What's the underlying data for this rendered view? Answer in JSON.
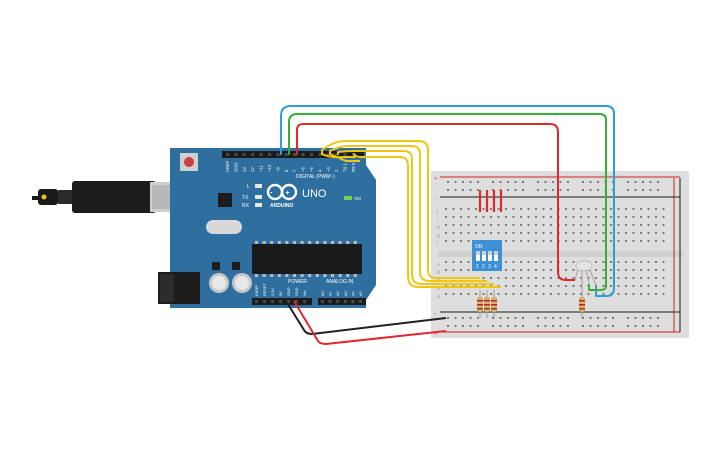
{
  "board": {
    "brand": "ARDUINO",
    "model": "UNO",
    "on_label": "ON",
    "digital_label": "DIGITAL (PWM~)",
    "power_label": "POWER",
    "analog_label": "ANALOG IN",
    "led_l": "L",
    "led_tx": "TX",
    "led_rx": "RX",
    "digital_pins": [
      "AREF",
      "GND",
      "13",
      "12",
      "~11",
      "~10",
      "~9",
      "8",
      "7",
      "~6",
      "~5",
      "4",
      "~3",
      "2",
      "TX 1",
      "RX 0"
    ],
    "power_pins": [
      "IOREF",
      "RESET",
      "3.3V",
      "5V",
      "GND",
      "GND",
      "Vin"
    ],
    "analog_pins": [
      "A0",
      "A1",
      "A2",
      "A3",
      "A4",
      "A5"
    ]
  },
  "dip_switch": {
    "label": "ON",
    "numbers": [
      "1",
      "2",
      "3",
      "4"
    ]
  },
  "breadboard": {
    "row_letters_top": [
      "j",
      "i",
      "h",
      "g",
      "f"
    ],
    "row_letters_bottom": [
      "e",
      "d",
      "c",
      "b",
      "a"
    ],
    "rail_plus": "+",
    "rail_minus": "-"
  },
  "colors": {
    "board": "#2e6fa0",
    "wire_red": "#e0282a",
    "wire_green": "#3aac3a",
    "wire_blue": "#2a9fd8",
    "wire_yellow": "#f0c614",
    "wire_black": "#202020",
    "dip_body": "#3d8fd6"
  }
}
